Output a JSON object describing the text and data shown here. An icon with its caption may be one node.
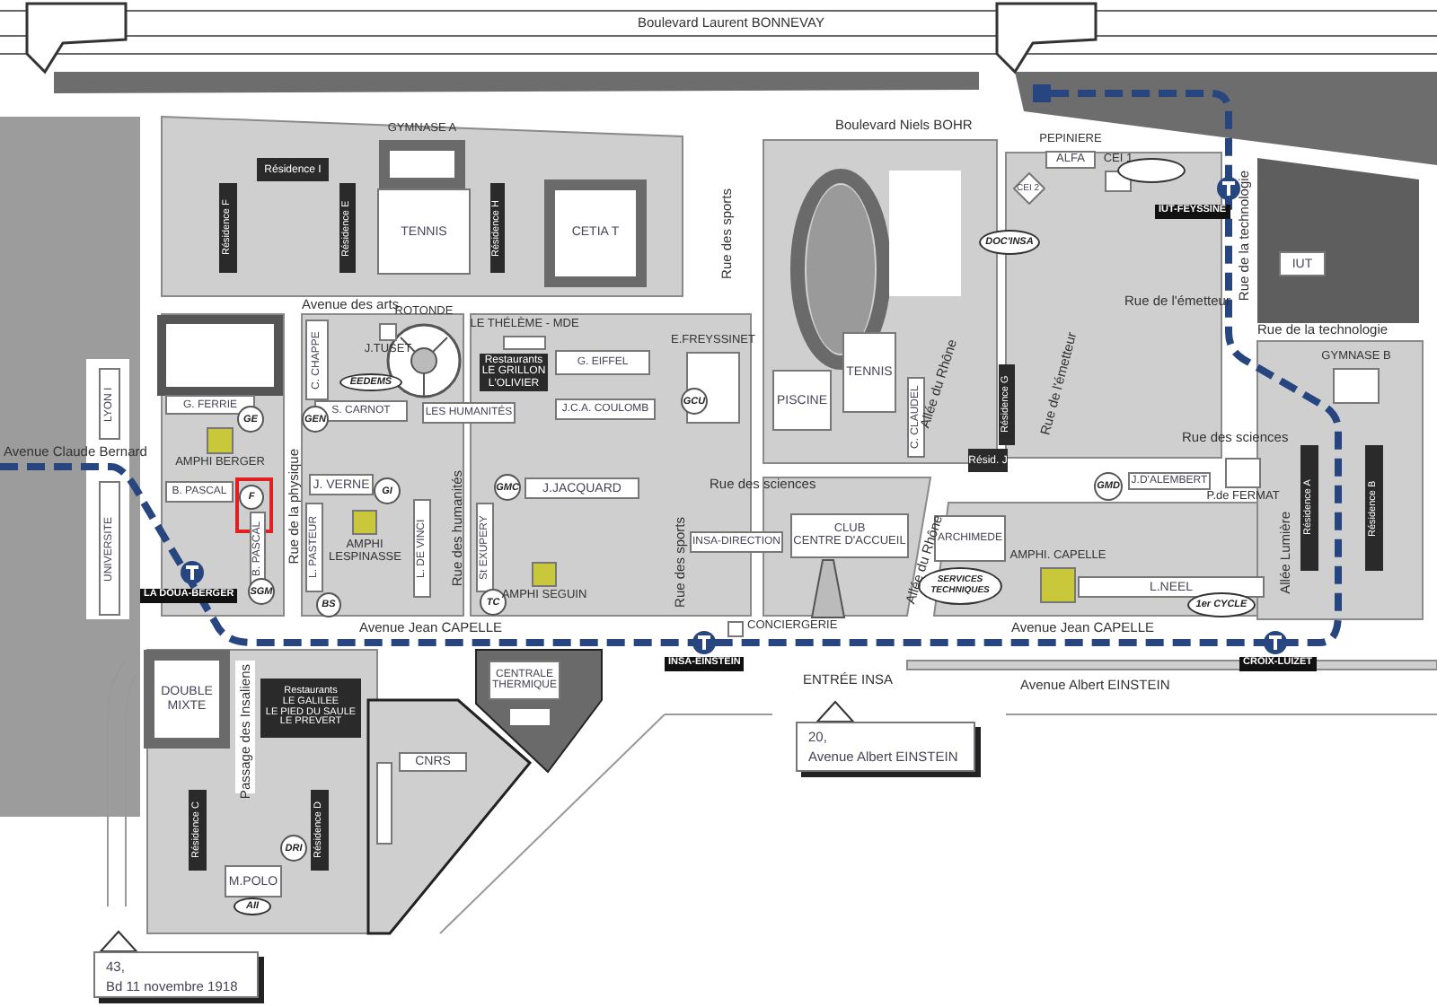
{
  "diagram": {
    "nodes": [
      {
        "text": [
          "GYMNASE A"
        ]
      },
      {
        "text": [
          "Résidence I"
        ]
      },
      {
        "text": [
          "Résidence F"
        ]
      },
      {
        "text": [
          "Résidence E"
        ]
      },
      {
        "text": [
          "TENNIS"
        ]
      },
      {
        "text": [
          "Résidence H"
        ]
      },
      {
        "text": [
          "CETIA T"
        ]
      },
      {
        "text": [
          "PEPINIERE",
          "ALFA"
        ]
      },
      {
        "text": [
          "CEI 1"
        ]
      },
      {
        "text": [
          "CEI 2"
        ]
      },
      {
        "text": [],
        "shape": "ellipse"
      },
      {
        "text": [
          "DOC'INSA"
        ]
      },
      {
        "text": [
          "IUT"
        ]
      },
      {
        "text": [
          "ROTONDE"
        ]
      },
      {
        "text": [
          "C. CHAPPE"
        ]
      },
      {
        "text": [
          "J.TUSET"
        ]
      },
      {
        "text": [
          "LE THÉLÈME - MDE"
        ]
      },
      {
        "text": [
          "Restaurants",
          "LE GRILLON",
          "L'OLIVIER"
        ]
      },
      {
        "text": [
          "G. EIFFEL"
        ]
      },
      {
        "text": [
          "J.C.A. COULOMB"
        ]
      },
      {
        "text": [
          "E.FREYSSINET"
        ]
      },
      {
        "text": [
          "GCU"
        ]
      },
      {
        "text": [
          "EEDEMS"
        ]
      },
      {
        "text": [
          "S. CARNOT"
        ]
      },
      {
        "text": [
          "GEN"
        ]
      },
      {
        "text": [
          "LES HUMANITÉS"
        ]
      },
      {
        "text": [
          "G. FERRIE"
        ]
      },
      {
        "text": [
          "GE"
        ]
      },
      {
        "text": [
          "AMPHI BERGER"
        ]
      },
      {
        "text": [
          "B. PASCAL"
        ]
      },
      {
        "text": [
          "F"
        ]
      },
      {
        "text": [
          "B. PASCAL"
        ]
      },
      {
        "text": [
          "SGM"
        ]
      },
      {
        "text": [
          "LYON I"
        ]
      },
      {
        "text": [
          "UNIVERSITE"
        ]
      },
      {
        "text": [
          "J. VERNE"
        ]
      },
      {
        "text": [
          "GI"
        ]
      },
      {
        "text": [
          "L. PASTEUR"
        ]
      },
      {
        "text": [
          "BS"
        ]
      },
      {
        "text": [
          "AMPHI LESPINASSE"
        ]
      },
      {
        "text": [
          "L. DE VINCI"
        ]
      },
      {
        "text": [
          "St EXUPERY"
        ]
      },
      {
        "text": [
          "TC"
        ]
      },
      {
        "text": [
          "GMC"
        ]
      },
      {
        "text": [
          "J.JACQUARD"
        ]
      },
      {
        "text": [
          "AMPHI SEGUIN"
        ]
      },
      {
        "text": [
          "TENNIS"
        ]
      },
      {
        "text": [
          "PISCINE"
        ]
      },
      {
        "text": [
          "C. CLAUDEL"
        ]
      },
      {
        "text": [
          "Résidence G"
        ]
      },
      {
        "text": [
          "Résid. J"
        ]
      },
      {
        "text": [
          "GYMNASE B"
        ]
      },
      {
        "text": [
          "J.D'ALEMBERT"
        ]
      },
      {
        "text": [
          "GMD"
        ]
      },
      {
        "text": [
          "P.de FERMAT"
        ]
      },
      {
        "text": [
          "Résidence A"
        ]
      },
      {
        "text": [
          "Résidence B"
        ]
      },
      {
        "text": [
          "INSA-DIRECTION"
        ]
      },
      {
        "text": [
          "CLUB",
          "CENTRE D'ACCUEIL"
        ]
      },
      {
        "text": [
          "ARCHIMEDE"
        ]
      },
      {
        "text": [
          "SERVICES TECHNIQUES"
        ]
      },
      {
        "text": [
          "AMPHI. CAPELLE"
        ]
      },
      {
        "text": [
          "L.NEEL"
        ]
      },
      {
        "text": [
          "1er CYCLE"
        ]
      },
      {
        "text": [
          "CONCIERGERIE"
        ]
      },
      {
        "text": [
          "IUT-FEYSSINE"
        ]
      },
      {
        "text": [
          "LA DOUA-BERGER"
        ]
      },
      {
        "text": [
          "INSA-EINSTEIN"
        ]
      },
      {
        "text": [
          "CROIX-LUIZET"
        ]
      },
      {
        "text": [
          "DOUBLE MIXTE"
        ]
      },
      {
        "text": [
          "Restaurants",
          "LE GALILEE",
          "LE PIED DU SAULE",
          "LE PREVERT"
        ]
      },
      {
        "text": [
          "CENTRALE THERMIQUE"
        ]
      },
      {
        "text": [
          "CNRS"
        ]
      },
      {
        "text": [
          "Résidence C"
        ]
      },
      {
        "text": [
          "Résidence D"
        ]
      },
      {
        "text": [
          "DRI"
        ]
      },
      {
        "text": [
          "M.POLO"
        ]
      },
      {
        "text": [
          "AII"
        ]
      },
      {
        "text": [
          "20,",
          "Avenue Albert EINSTEIN"
        ]
      },
      {
        "text": [
          "43,",
          "Bd 11 novembre 1918"
        ]
      }
    ],
    "labels": [
      "Boulevard Laurent BONNEVAY",
      "Boulevard Niels BOHR",
      "Rue des sports",
      "Rue de la technologie",
      "Rue de l'émetteur",
      "Avenue des arts",
      "Rue de la technologie",
      "Allée du Rhône",
      "Rue de l'émetteur",
      "Rue des sciences",
      "Avenue Claude Bernard",
      "Rue de la physique",
      "Rue des sciences",
      "Rue des humanités",
      "Allée Lumière",
      "Rue des sports",
      "Allée du Rhône",
      "Avenue Jean CAPELLE",
      "Avenue Jean CAPELLE",
      "ENTRÉE INSA",
      "Avenue Albert EINSTEIN",
      "Passage des Insaliens"
    ]
  }
}
